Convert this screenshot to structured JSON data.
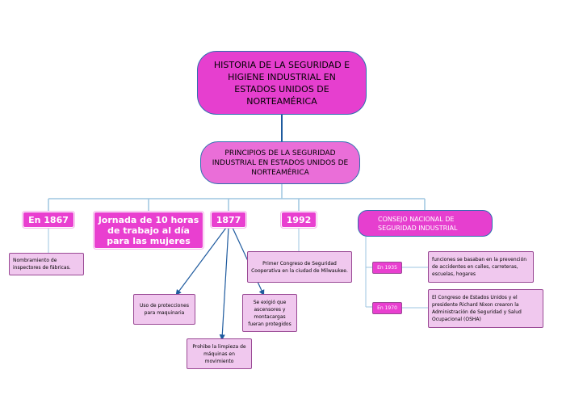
{
  "root": {
    "title": "HISTORIA DE LA SEGURIDAD E HIGIENE INDUSTRIAL EN ESTADOS UNIDOS DE NORTEAMÉRICA"
  },
  "principles": {
    "title": "PRINCIPIOS DE LA SEGURIDAD INDUSTRIAL EN ESTADOS UNIDOS DE NORTEAMÉRICA"
  },
  "branches": {
    "en1867": {
      "label": "En 1867",
      "child": "Nombramiento de inspectores de fábricas."
    },
    "jornada": {
      "label": "Jornada de 10 horas de trabajo al día para las mujeres"
    },
    "y1877": {
      "label": "1877",
      "children": [
        "Uso de protecciones para maquinaria",
        "Prohibe la limpieza de máquinas en movimiento",
        "Se exigió que ascensores y montacargas fueran protegidos"
      ]
    },
    "y1992": {
      "label": "1992",
      "child": "Primer Congreso de Seguridad Cooperativa en la ciudad de Milwaukee."
    },
    "consejo": {
      "label": "CONSEJO NACIONAL DE SEGURIDAD INDUSTRIAL",
      "en1935": {
        "label": "En 1935",
        "child": "funciones se basaban en la prevención de accidentes en calles, carreteras, escuelas, hogares"
      },
      "en1970": {
        "label": "En 1970",
        "child": "El Congreso de Estados Unidos y el presidente Richard Nixon crearon la Administración de Seguridad y Salud Ocupacional (OSHA)"
      }
    }
  },
  "colors": {
    "root_fill": "#e63fcf",
    "leaf_fill": "#f0c8ee",
    "connector": "#2e6fb0",
    "branch_line": "#9ec5e0"
  }
}
